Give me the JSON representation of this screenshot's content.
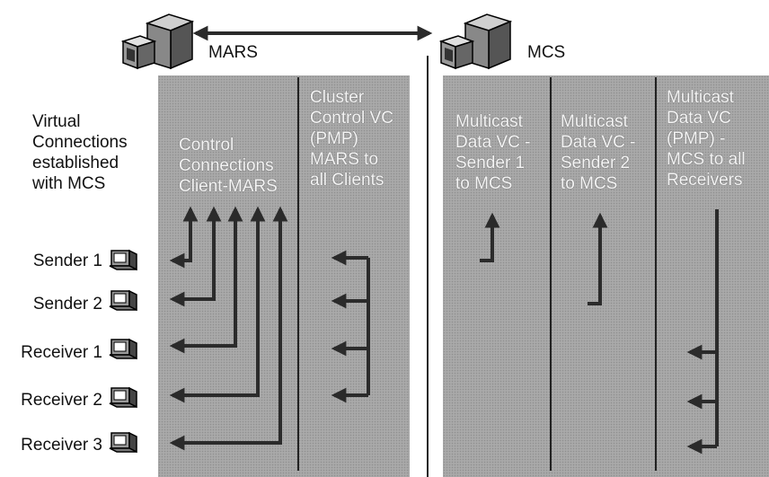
{
  "servers": {
    "mars_label": "MARS",
    "mcs_label": "MCS"
  },
  "side_caption": "Virtual\nConnections\nestablished\nwith MCS",
  "hosts": [
    {
      "label": "Sender 1"
    },
    {
      "label": "Sender 2"
    },
    {
      "label": "Receiver 1"
    },
    {
      "label": "Receiver 2"
    },
    {
      "label": "Receiver 3"
    }
  ],
  "columns": {
    "control": "Control\nConnections\nClient-MARS",
    "cluster": "Cluster\nControl VC\n(PMP)\nMARS to\nall Clients",
    "data1": "Multicast\nData VC -\nSender 1\nto MCS",
    "data2": "Multicast\nData VC -\nSender 2\nto MCS",
    "data3": "Multicast\nData VC\n(PMP) -\nMCS to all\nReceivers"
  },
  "colors": {
    "panel": "#a9a9a9",
    "arrow": "#2b2b2b",
    "text_on_panel": "#f4f4f4"
  },
  "icons": {
    "server": "server-computer-icon",
    "host": "desktop-computer-icon"
  }
}
